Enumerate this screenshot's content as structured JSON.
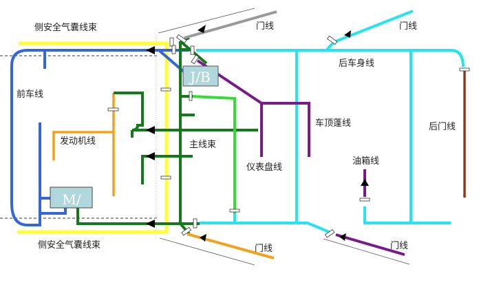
{
  "colors": {
    "airbag": "#ffff33",
    "front": "#3366dd",
    "main": "#137a1a",
    "engine": "#f5a01a",
    "body_rear": "#22e5f0",
    "dash": "#7a1a8a",
    "main_light": "#33dd33",
    "door_front_top": "#999999",
    "rear_door": "#8b3a1a",
    "box_fill": "#b0d8dc"
  },
  "labels": {
    "airbag_top": "侧安全气囊线束",
    "airbag_bottom": "侧安全气囊线束",
    "front_harness": "前车线",
    "engine_harness": "发动机线",
    "main_harness": "主线束",
    "dash_harness": "仪表盘线",
    "roof_harness": "车顶蓬线",
    "rear_body_harness": "后车身线",
    "rear_door_harness": "后门线",
    "fuel_tank_harness": "油箱线",
    "door_front_left_top": "门线",
    "door_rear_right_top": "门线",
    "door_front_left_bottom": "门线",
    "door_rear_right_bottom": "门线"
  },
  "boxes": {
    "junction_block": "J/B",
    "module": "M/"
  }
}
